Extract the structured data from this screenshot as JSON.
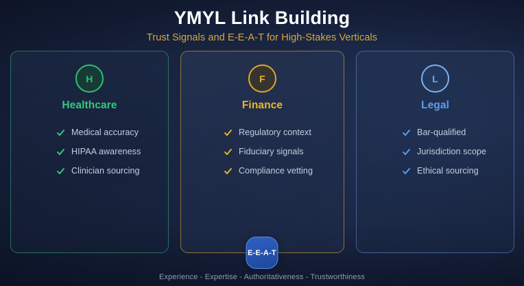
{
  "header": {
    "title": "YMYL Link Building",
    "subtitle": "Trust Signals and E-E-A-T for High-Stakes Verticals"
  },
  "cards": [
    {
      "key": "healthcare",
      "initial": "H",
      "title": "Healthcare",
      "accent_color": "#33c97c",
      "features": [
        {
          "label": "Medical accuracy",
          "icon": "check-icon"
        },
        {
          "label": "HIPAA awareness",
          "icon": "check-icon"
        },
        {
          "label": "Clinician sourcing",
          "icon": "check-icon"
        }
      ]
    },
    {
      "key": "finance",
      "initial": "F",
      "title": "Finance",
      "accent_color": "#f0b429",
      "features": [
        {
          "label": "Regulatory context",
          "icon": "check-icon"
        },
        {
          "label": "Fiduciary signals",
          "icon": "check-icon"
        },
        {
          "label": "Compliance vetting",
          "icon": "check-icon"
        }
      ]
    },
    {
      "key": "legal",
      "initial": "L",
      "title": "Legal",
      "accent_color": "#5b9cf0",
      "features": [
        {
          "label": "Bar-qualified",
          "icon": "check-icon"
        },
        {
          "label": "Jurisdiction scope",
          "icon": "check-icon"
        },
        {
          "label": "Ethical sourcing",
          "icon": "check-icon"
        }
      ]
    }
  ],
  "eeat_badge": {
    "label": "E-E-A-T",
    "color": "#2553ad"
  },
  "footer": {
    "text": "Experience - Expertise - Authoritativeness - Trustworthiness"
  },
  "theme": {
    "background_color": "#16203a",
    "title_color": "#ffffff",
    "subtitle_color": "#d6a93c",
    "feature_text_color": "#c3cede",
    "footer_text_color": "#8e9cb4"
  }
}
